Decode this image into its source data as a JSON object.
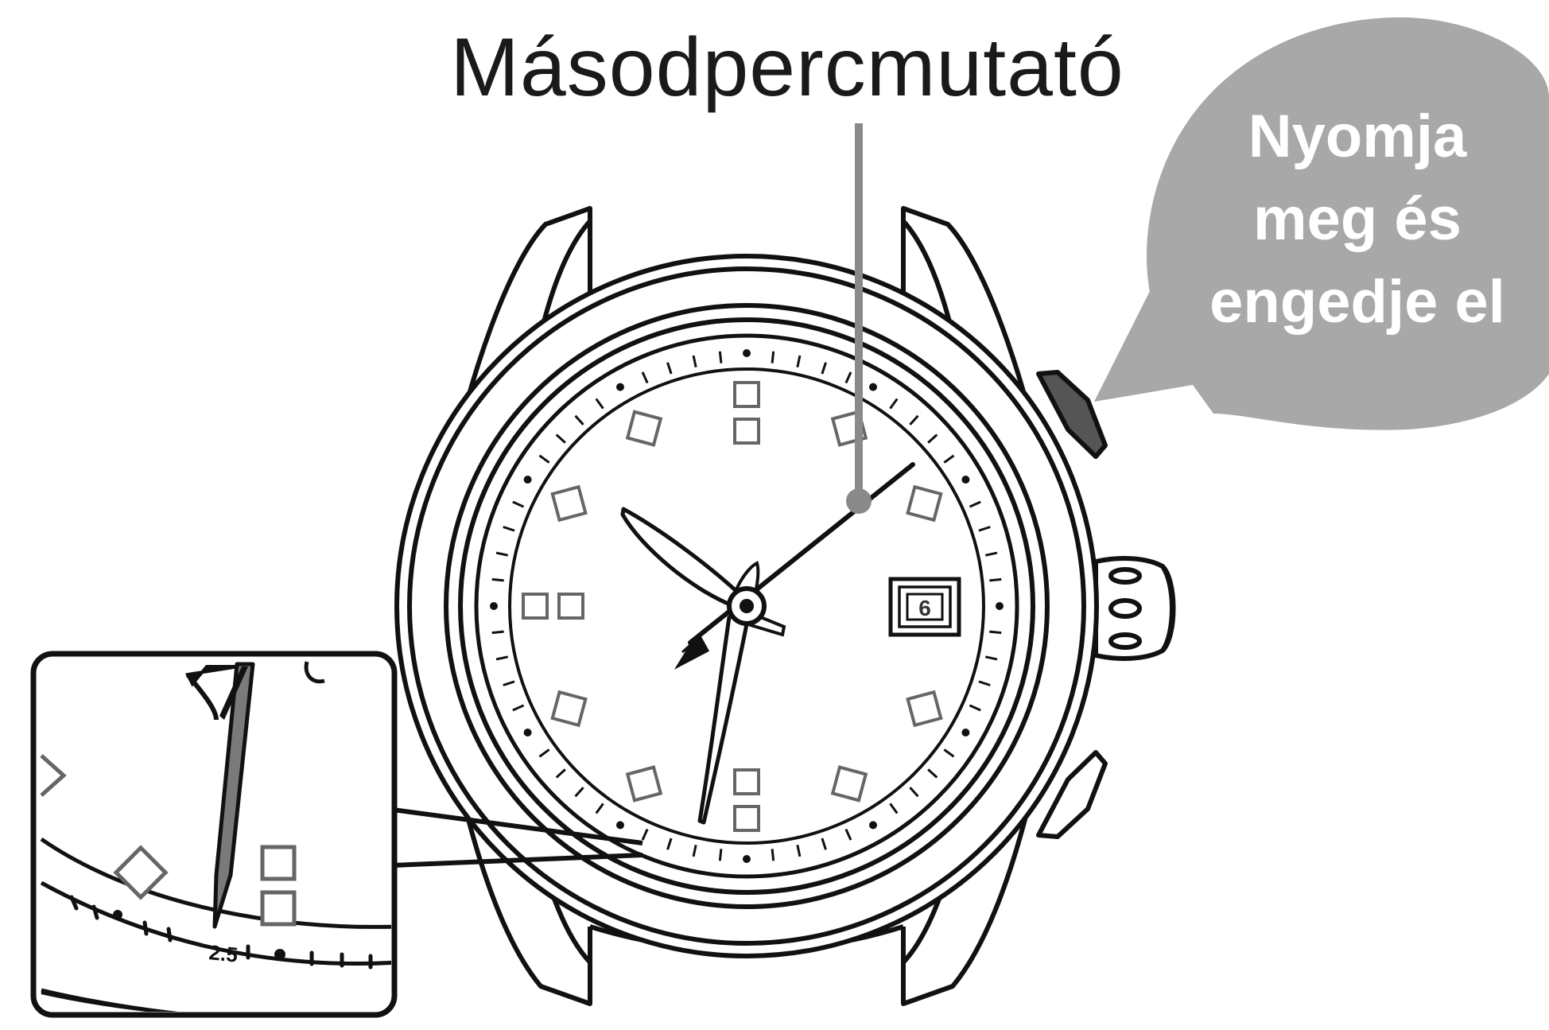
{
  "title": "Másodpercmutató",
  "callout": {
    "lines": [
      "Nyomja",
      "meg és",
      "engedje el"
    ]
  },
  "dial": {
    "date_value": "6",
    "small_tick_label": "2.5"
  },
  "colors": {
    "line": "#111111",
    "callout_fill": "#a8a8a8",
    "pointer": "#8a8a8a",
    "hand_fill_inset": "#7a7a7a",
    "marker_stroke": "#666666"
  }
}
